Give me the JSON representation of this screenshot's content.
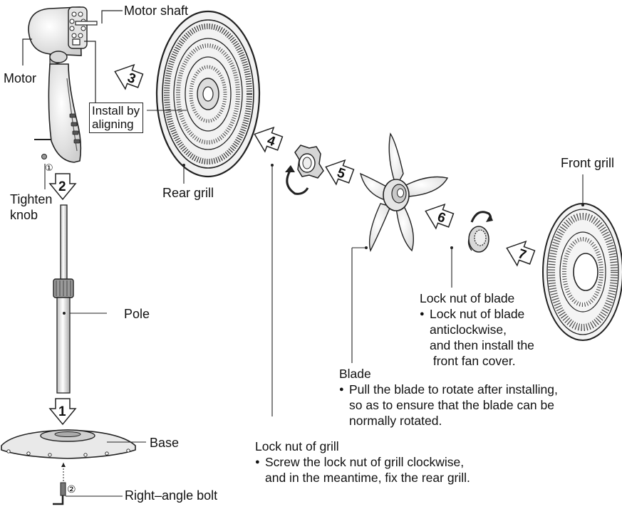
{
  "labels": {
    "motor_shaft": "Motor shaft",
    "motor": "Motor",
    "install_by_aligning": [
      "Install by",
      "aligning"
    ],
    "tighten_knob": [
      "Tighten",
      "knob"
    ],
    "rear_grill": "Rear grill",
    "front_grill": "Front grill",
    "pole": "Pole",
    "base": "Base",
    "right_angle_bolt": "Right–angle bolt",
    "circled_1": "①",
    "circled_2": "②"
  },
  "steps": [
    "1",
    "2",
    "3",
    "4",
    "5",
    "6",
    "7"
  ],
  "notes": {
    "lock_nut_blade": {
      "title": "Lock nut of blade",
      "bullet": "Lock nut of blade",
      "lines": [
        "anticlockwise,",
        "and then install the",
        " front fan cover."
      ]
    },
    "blade": {
      "title": "Blade",
      "bullet": "Pull the blade to rotate after installing,",
      "lines": [
        "so as to ensure that the blade can be",
        "normally rotated."
      ]
    },
    "lock_nut_grill": {
      "title": "Lock nut of grill",
      "bullet": "Screw the lock nut of grill clockwise,",
      "lines": [
        "and in the meantime, fix the rear grill."
      ]
    }
  }
}
